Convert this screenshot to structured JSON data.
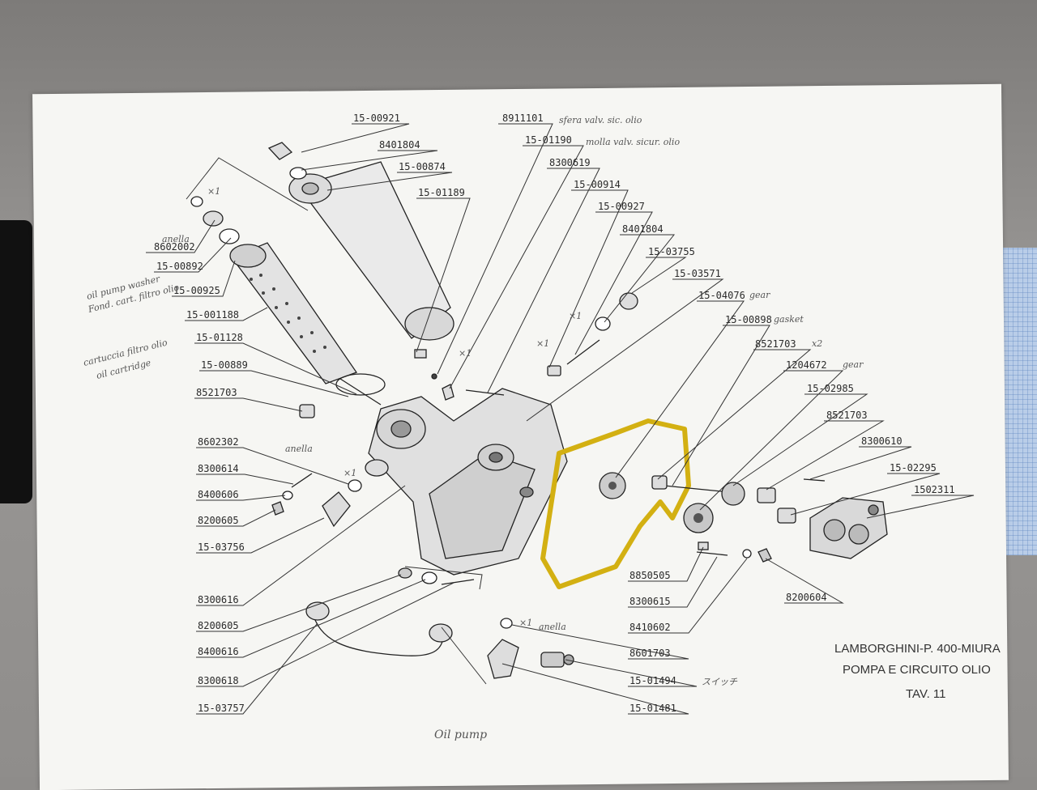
{
  "title": {
    "line1": "LAMBORGHINI-P. 400-MIURA",
    "line2": "POMPA E CIRCUITO OLIO",
    "line3": "TAV. 11"
  },
  "handwriting": {
    "bottom_note": "Oil pump",
    "sfera_note": "sfera valv. sic. olio",
    "molla_note": "molla valv. sicur. olio",
    "gear_note_1": "gear",
    "gasket_note": "gasket",
    "x2_note": "x2",
    "gear_note_2": "gear",
    "anella_note_1": "anella",
    "anella_note_2": "anella",
    "anella_note_3": "anella",
    "switch_note": "スイッチ",
    "washer_note_1": "oil pump washer",
    "washer_note_2": "Fond. cart. filtro olio",
    "cartridge_note_1": "cartuccia filtro olio",
    "cartridge_note_2": "oil cartridge",
    "x1_marks": "×1"
  },
  "parts": [
    {
      "id": "p01",
      "number": "15-00921"
    },
    {
      "id": "p02",
      "number": "8401804"
    },
    {
      "id": "p03",
      "number": "15-00874"
    },
    {
      "id": "p04",
      "number": "15-01189"
    },
    {
      "id": "p05",
      "number": "8911101"
    },
    {
      "id": "p06",
      "number": "15-01190"
    },
    {
      "id": "p07",
      "number": "8300619"
    },
    {
      "id": "p08",
      "number": "15-00914"
    },
    {
      "id": "p09",
      "number": "15-00927"
    },
    {
      "id": "p10",
      "number": "8401804"
    },
    {
      "id": "p11",
      "number": "15-03755"
    },
    {
      "id": "p12",
      "number": "15-03571"
    },
    {
      "id": "p13",
      "number": "15-04076"
    },
    {
      "id": "p14",
      "number": "15-00898"
    },
    {
      "id": "p15",
      "number": "8521703"
    },
    {
      "id": "p16",
      "number": "1204672"
    },
    {
      "id": "p17",
      "number": "15-02985"
    },
    {
      "id": "p18",
      "number": "8521703"
    },
    {
      "id": "p19",
      "number": "8300610"
    },
    {
      "id": "p20",
      "number": "15-02295"
    },
    {
      "id": "p21",
      "number": "1502311"
    },
    {
      "id": "p22",
      "number": "8602002"
    },
    {
      "id": "p23",
      "number": "15-00892"
    },
    {
      "id": "p24",
      "number": "15-00925"
    },
    {
      "id": "p25",
      "number": "15-001188"
    },
    {
      "id": "p26",
      "number": "15-01128"
    },
    {
      "id": "p27",
      "number": "15-00889"
    },
    {
      "id": "p28",
      "number": "8521703"
    },
    {
      "id": "p29",
      "number": "8602302"
    },
    {
      "id": "p30",
      "number": "8300614"
    },
    {
      "id": "p31",
      "number": "8400606"
    },
    {
      "id": "p32",
      "number": "8200605"
    },
    {
      "id": "p33",
      "number": "15-03756"
    },
    {
      "id": "p34",
      "number": "8300616"
    },
    {
      "id": "p35",
      "number": "8200605"
    },
    {
      "id": "p36",
      "number": "8400616"
    },
    {
      "id": "p37",
      "number": "8300618"
    },
    {
      "id": "p38",
      "number": "15-03757"
    },
    {
      "id": "p39",
      "number": "8850505"
    },
    {
      "id": "p40",
      "number": "8300615"
    },
    {
      "id": "p41",
      "number": "8410602"
    },
    {
      "id": "p42",
      "number": "8200604"
    },
    {
      "id": "p43",
      "number": "8601703"
    },
    {
      "id": "p44",
      "number": "15-01494"
    },
    {
      "id": "p45",
      "number": "15-01481"
    }
  ]
}
